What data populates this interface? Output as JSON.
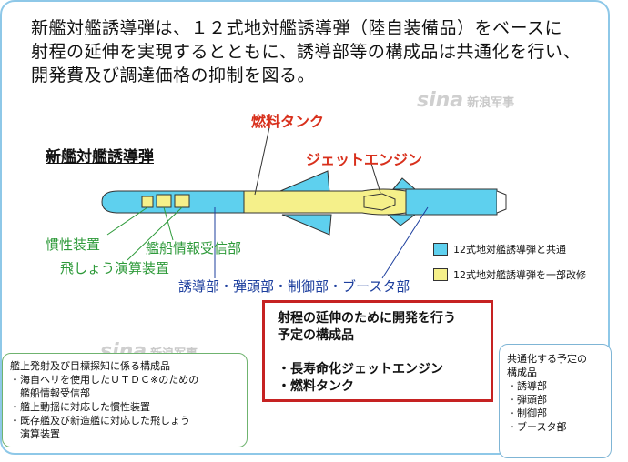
{
  "intro_lines": [
    "新艦対艦誘導弾は、１２式地対艦誘導弾（陸自装備品）をベースに",
    "射程の延伸を実現するとともに、誘導部等の構成品は共通化を行い、",
    "開発費及び調達価格の抑制を図る。"
  ],
  "watermark": {
    "logo": "sina",
    "text": "新浪军事"
  },
  "missile_title": "新艦対艦誘導弾",
  "labels": {
    "fuel_tank": "燃料タンク",
    "jet_engine": "ジェットエンジン",
    "inertial": "慣性装置",
    "ship_info": "艦船情報受信部",
    "flight_calc": "飛しょう演算装置",
    "common_parts": "誘導部・弾頭部・制御部・ブースタ部"
  },
  "legend": [
    {
      "label": "12式地対艦誘導弾と共通",
      "color": "#5ed0ee"
    },
    {
      "label": "12式地対艦誘導弾を一部改修",
      "color": "#f5f08a"
    }
  ],
  "colors": {
    "common": "#5ed0ee",
    "modified": "#f5f08a",
    "accent_red": "#d8301c",
    "green": "#2e9a3a",
    "blue": "#1d3f9e"
  },
  "red_box": {
    "title_lines": [
      "射程の延伸のために開発を行う",
      "予定の構成品"
    ],
    "items": [
      "・長寿命化ジェットエンジン",
      "・燃料タンク"
    ]
  },
  "green_box": {
    "title": "艦上発射及び目標探知に係る構成品",
    "items": [
      "・海自ヘリを使用したＵＴＤＣ※のための",
      "　艦船情報受信部",
      "・艦上動揺に対応した慣性装置",
      "・既存艦及び新造艦に対応した飛しょう",
      "　演算装置"
    ]
  },
  "blue_box": {
    "title_lines": [
      "共通化する予定の",
      "構成品"
    ],
    "items": [
      "・誘導部",
      "・弾頭部",
      "・制御部",
      "・ブースタ部"
    ]
  }
}
